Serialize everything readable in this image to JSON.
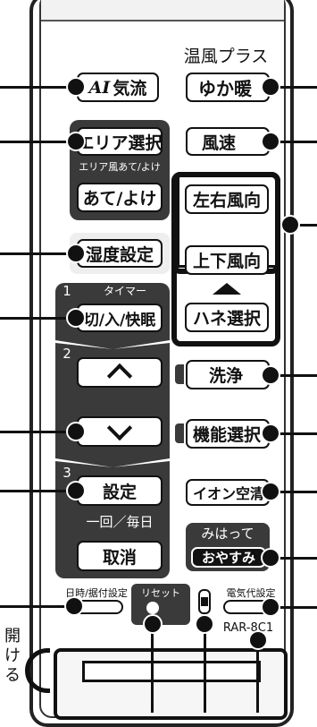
{
  "remote": {
    "heat_plus_label": "温風プラス",
    "ai_airflow_btn": {
      "prefix": "AI",
      "suffix": "気流"
    },
    "yukadan_btn": "ゆか暖",
    "area_select_btn": "エリア選択",
    "area_wind_caption": "エリア風あて/よけ",
    "ate_yoke_btn": "あて/よけ",
    "fan_speed_btn": "風速",
    "lr_direction_btn": "左右風向",
    "ud_direction_btn": "上下風向",
    "vane_select_btn": "ハネ選択",
    "humidity_btn": "湿度設定",
    "timer_number": "1",
    "timer_caption": "タイマー",
    "timer_btn": "切/入/快眠",
    "temp_number": "2",
    "wash_btn": "洗浄",
    "function_select_btn": "機能選択",
    "set_number": "3",
    "set_btn": "設定",
    "ion_btn": "イオン空清",
    "once_daily_caption": "一回／毎日",
    "cancel_btn": "取消",
    "mihatte_caption": "みはって",
    "oyasumi_btn": "おやすみ",
    "datetime_setting_label": "日時/据付設定",
    "reset_label": "リセット",
    "electricity_setting_label": "電気代設定",
    "model_number": "RAR-8C1",
    "open_label": "開ける"
  }
}
